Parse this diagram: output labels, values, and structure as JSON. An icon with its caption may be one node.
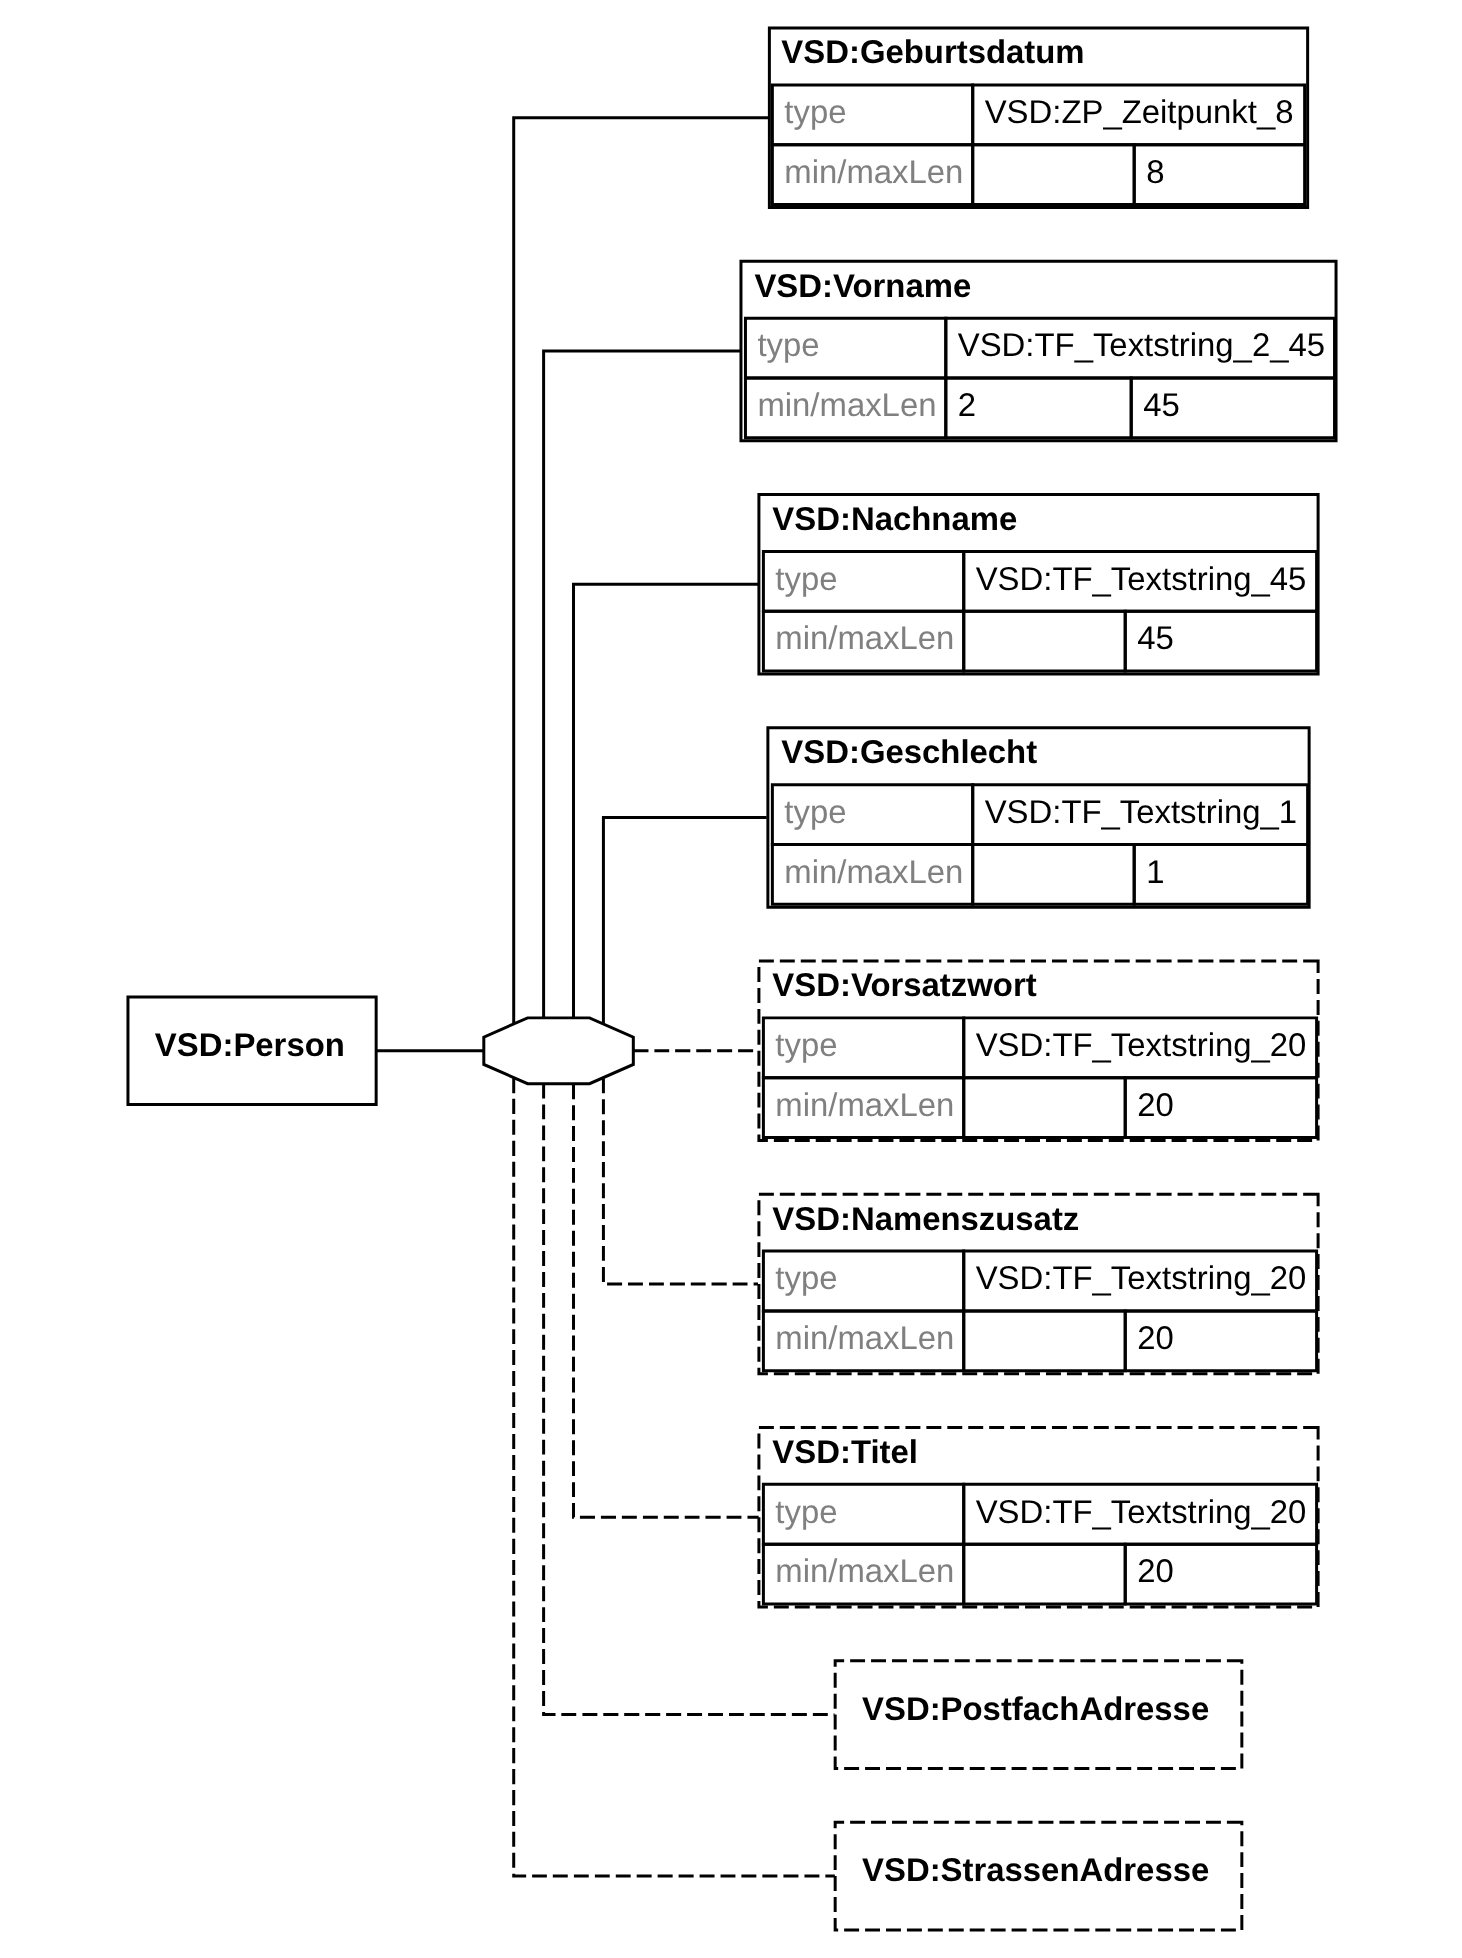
{
  "diagram": {
    "nodes": [
      {
        "text": [
          "VSD:Person"
        ]
      },
      {
        "text": [],
        "shape": "octagon"
      },
      {
        "text": [
          "VSD:Geburtsdatum",
          "type",
          "VSD:ZP_Zeitpunkt_8",
          "min/maxLen",
          "8"
        ]
      },
      {
        "text": [
          "VSD:Vorname",
          "type",
          "VSD:TF_Textstring_2_45",
          "min/maxLen",
          "2",
          "45"
        ]
      },
      {
        "text": [
          "VSD:Nachname",
          "type",
          "VSD:TF_Textstring_45",
          "min/maxLen",
          "45"
        ]
      },
      {
        "text": [
          "VSD:Geschlecht",
          "type",
          "VSD:TF_Textstring_1",
          "min/maxLen",
          "1"
        ]
      },
      {
        "text": [
          "VSD:Vorsatzwort",
          "type",
          "VSD:TF_Textstring_20",
          "min/maxLen",
          "20"
        ]
      },
      {
        "text": [
          "VSD:Namenszusatz",
          "type",
          "VSD:TF_Textstring_20",
          "min/maxLen",
          "20"
        ]
      },
      {
        "text": [
          "VSD:Titel",
          "type",
          "VSD:TF_Textstring_20",
          "min/maxLen",
          "20"
        ]
      },
      {
        "text": [
          "VSD:PostfachAdresse"
        ]
      },
      {
        "text": [
          "VSD:StrassenAdresse"
        ]
      }
    ],
    "edges": [
      {
        "from": 0,
        "to": 1,
        "arrow": "none"
      },
      {
        "from": 1,
        "to": 2,
        "arrow": "none"
      },
      {
        "from": 1,
        "to": 3,
        "arrow": "none"
      },
      {
        "from": 1,
        "to": 4,
        "arrow": "none"
      },
      {
        "from": 1,
        "to": 5,
        "arrow": "none"
      },
      {
        "from": 1,
        "to": 6,
        "arrow": "none",
        "style": "dashed"
      },
      {
        "from": 1,
        "to": 7,
        "arrow": "none",
        "style": "dashed"
      },
      {
        "from": 1,
        "to": 8,
        "arrow": "none",
        "style": "dashed"
      },
      {
        "from": 1,
        "to": 9,
        "arrow": "none",
        "style": "dashed"
      },
      {
        "from": 1,
        "to": 10,
        "arrow": "none",
        "style": "dashed"
      }
    ]
  }
}
